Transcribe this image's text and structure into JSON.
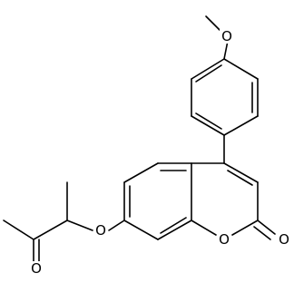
{
  "atoms": {
    "methoxy_o": "O",
    "ether_o": "O",
    "ring_o": "O",
    "lactone_carbonyl_o": "O",
    "ketone_o": "O"
  },
  "colors": {
    "bond": "#000000",
    "background": "#ffffff"
  }
}
